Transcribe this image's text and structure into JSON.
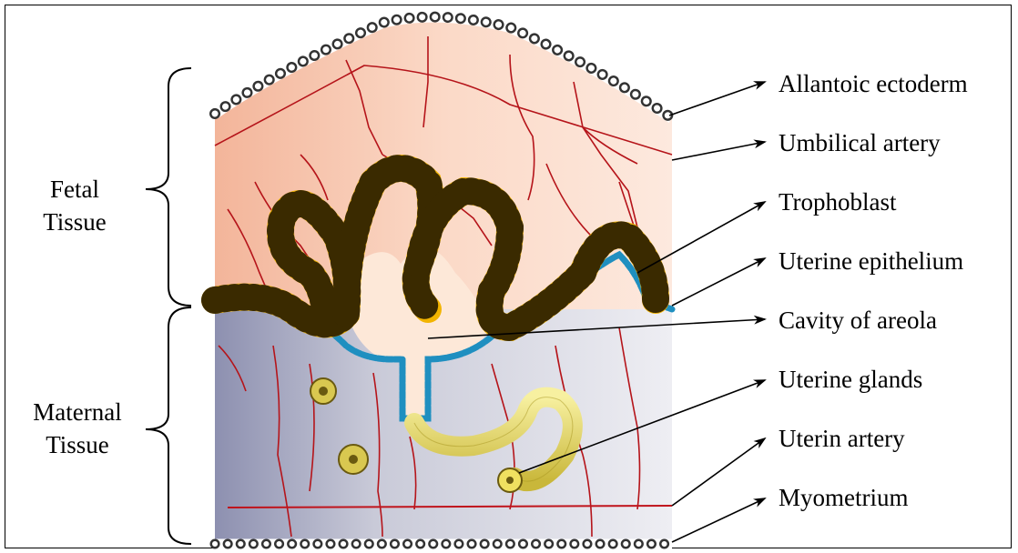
{
  "regions": {
    "fetal": {
      "line1": "Fetal",
      "line2": "Tissue"
    },
    "maternal": {
      "line1": "Maternal",
      "line2": "Tissue"
    }
  },
  "labels": [
    "Allantoic ectoderm",
    "Umbilical artery",
    "Trophoblast",
    "Uterine epithelium",
    "Cavity of areola",
    "Uterine glands",
    "Uterin artery",
    "Myometrium"
  ],
  "colors": {
    "fetal_tissue": "#f7c9b0",
    "maternal_tissue": "#c9cad8",
    "trophoblast": "#f2b400",
    "epithelium": "#2aa0c8",
    "artery": "#c0141c",
    "gland": "#f0e480",
    "cavity": "#fde8d8"
  }
}
